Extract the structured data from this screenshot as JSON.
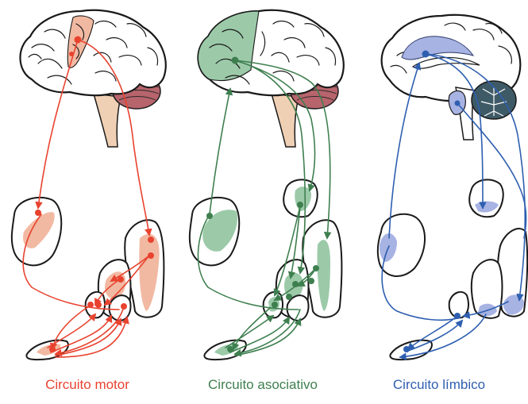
{
  "colors": {
    "motor": "#e8432f",
    "motor_fill": "#f2b9a2",
    "associative": "#3e7f4f",
    "associative_fill": "#9ccaa9",
    "limbic": "#2e5fb0",
    "limbic_fill": "#a7b3e3",
    "cerebellum": "#b7646c",
    "brainstem": "#f0d0b4",
    "limbic_cerebellum": "#3e5a66"
  },
  "captions": {
    "motor": "Circuito motor",
    "associative": "Circuito asociativo",
    "limbic": "Circuito límbico"
  }
}
